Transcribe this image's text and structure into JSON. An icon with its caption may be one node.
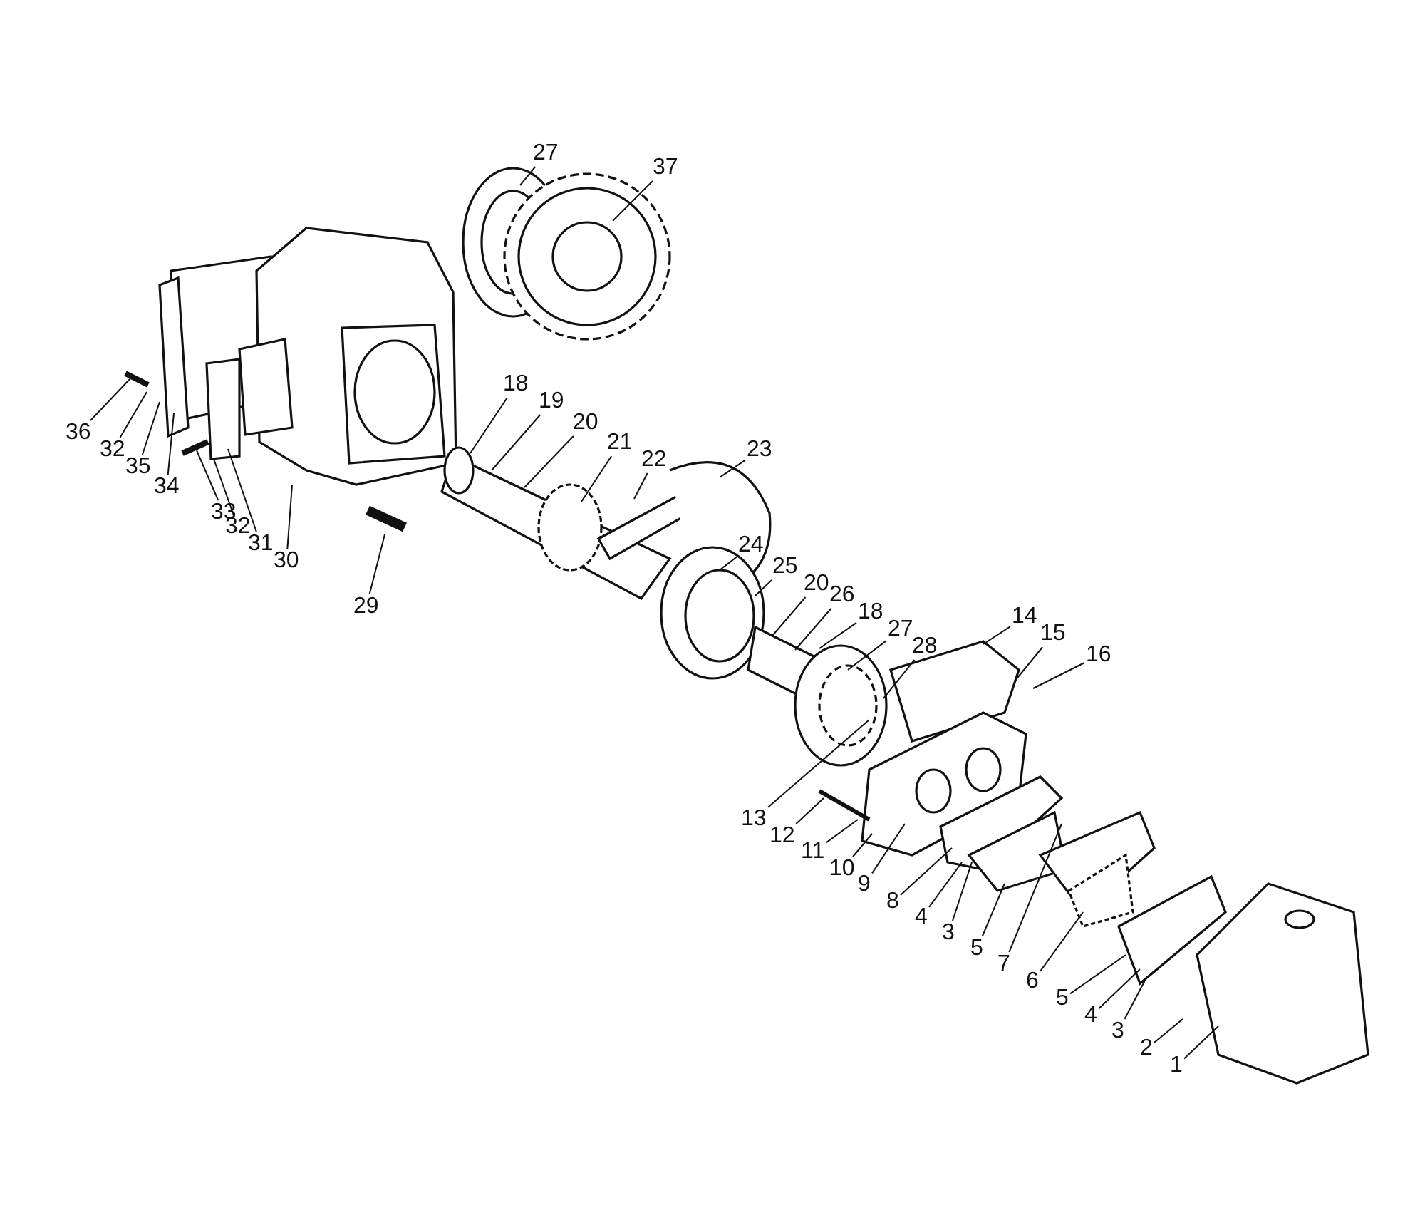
{
  "diagram": {
    "nodes": [
      {
        "text": [
          "27"
        ]
      },
      {
        "text": [
          "37"
        ]
      },
      {
        "text": [
          "36"
        ]
      },
      {
        "text": [
          "32"
        ]
      },
      {
        "text": [
          "35"
        ]
      },
      {
        "text": [
          "34"
        ]
      },
      {
        "text": [
          "33"
        ]
      },
      {
        "text": [
          "32"
        ]
      },
      {
        "text": [
          "31"
        ]
      },
      {
        "text": [
          "30"
        ]
      },
      {
        "text": [
          "29"
        ]
      },
      {
        "text": [
          "18"
        ]
      },
      {
        "text": [
          "19"
        ]
      },
      {
        "text": [
          "20"
        ]
      },
      {
        "text": [
          "21"
        ]
      },
      {
        "text": [
          "22"
        ]
      },
      {
        "text": [
          "23"
        ]
      },
      {
        "text": [
          "24"
        ]
      },
      {
        "text": [
          "25"
        ]
      },
      {
        "text": [
          "20"
        ]
      },
      {
        "text": [
          "26"
        ]
      },
      {
        "text": [
          "18"
        ]
      },
      {
        "text": [
          "27"
        ]
      },
      {
        "text": [
          "28"
        ]
      },
      {
        "text": [
          "14"
        ]
      },
      {
        "text": [
          "15"
        ]
      },
      {
        "text": [
          "16"
        ]
      },
      {
        "text": [
          "13"
        ]
      },
      {
        "text": [
          "12"
        ]
      },
      {
        "text": [
          "11"
        ]
      },
      {
        "text": [
          "10"
        ]
      },
      {
        "text": [
          "9"
        ]
      },
      {
        "text": [
          "8"
        ]
      },
      {
        "text": [
          "4"
        ]
      },
      {
        "text": [
          "3"
        ]
      },
      {
        "text": [
          "5"
        ]
      },
      {
        "text": [
          "7"
        ]
      },
      {
        "text": [
          "6"
        ]
      },
      {
        "text": [
          "5"
        ]
      },
      {
        "text": [
          "4"
        ]
      },
      {
        "text": [
          "3"
        ]
      },
      {
        "text": [
          "2"
        ]
      },
      {
        "text": [
          "1"
        ]
      }
    ],
    "edges": [
      {
        "from": 0,
        "to": null,
        "arrow": "none"
      },
      {
        "from": 1,
        "to": null,
        "arrow": "none"
      },
      {
        "from": 2,
        "to": null,
        "arrow": "none"
      },
      {
        "from": 3,
        "to": null,
        "arrow": "none"
      },
      {
        "from": 4,
        "to": null,
        "arrow": "none"
      },
      {
        "from": 5,
        "to": null,
        "arrow": "none"
      },
      {
        "from": 6,
        "to": null,
        "arrow": "none"
      },
      {
        "from": 7,
        "to": null,
        "arrow": "none"
      },
      {
        "from": 8,
        "to": null,
        "arrow": "none"
      },
      {
        "from": 9,
        "to": null,
        "arrow": "none"
      },
      {
        "from": 10,
        "to": null,
        "arrow": "none"
      },
      {
        "from": 11,
        "to": null,
        "arrow": "none"
      },
      {
        "from": 12,
        "to": null,
        "arrow": "none"
      },
      {
        "from": 13,
        "to": null,
        "arrow": "none"
      },
      {
        "from": 14,
        "to": null,
        "arrow": "none"
      },
      {
        "from": 15,
        "to": null,
        "arrow": "none"
      },
      {
        "from": 16,
        "to": null,
        "arrow": "none"
      },
      {
        "from": 17,
        "to": null,
        "arrow": "none"
      },
      {
        "from": 18,
        "to": null,
        "arrow": "none"
      },
      {
        "from": 19,
        "to": null,
        "arrow": "none"
      },
      {
        "from": 20,
        "to": null,
        "arrow": "none"
      },
      {
        "from": 21,
        "to": null,
        "arrow": "none"
      },
      {
        "from": 22,
        "to": null,
        "arrow": "none"
      },
      {
        "from": 23,
        "to": null,
        "arrow": "none"
      },
      {
        "from": 24,
        "to": null,
        "arrow": "none"
      },
      {
        "from": 25,
        "to": null,
        "arrow": "none"
      },
      {
        "from": 26,
        "to": null,
        "arrow": "none"
      },
      {
        "from": 27,
        "to": null,
        "arrow": "none"
      },
      {
        "from": 28,
        "to": null,
        "arrow": "none"
      },
      {
        "from": 29,
        "to": null,
        "arrow": "none"
      },
      {
        "from": 30,
        "to": null,
        "arrow": "none"
      },
      {
        "from": 31,
        "to": null,
        "arrow": "none"
      },
      {
        "from": 32,
        "to": null,
        "arrow": "none"
      },
      {
        "from": 33,
        "to": null,
        "arrow": "none"
      },
      {
        "from": 34,
        "to": null,
        "arrow": "none"
      },
      {
        "from": 35,
        "to": null,
        "arrow": "none"
      },
      {
        "from": 36,
        "to": null,
        "arrow": "none"
      },
      {
        "from": 37,
        "to": null,
        "arrow": "none"
      },
      {
        "from": 38,
        "to": null,
        "arrow": "none"
      },
      {
        "from": 39,
        "to": null,
        "arrow": "none"
      },
      {
        "from": 40,
        "to": null,
        "arrow": "none"
      },
      {
        "from": 41,
        "to": null,
        "arrow": "none"
      },
      {
        "from": 42,
        "to": null,
        "arrow": "none"
      }
    ]
  }
}
